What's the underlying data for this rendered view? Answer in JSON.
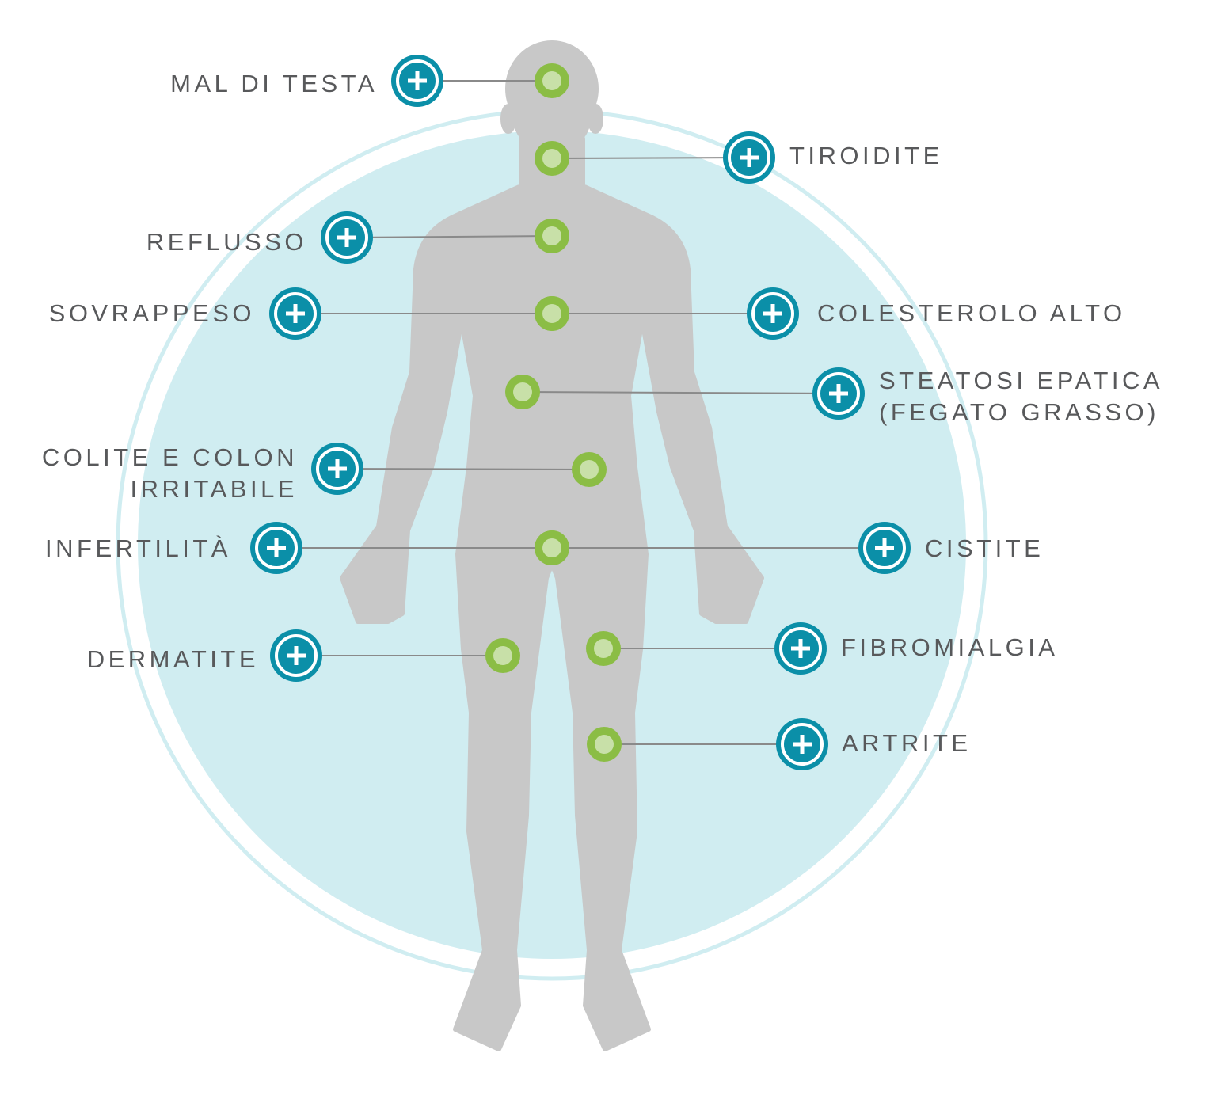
{
  "colors": {
    "button": "#0b8fa8",
    "dot_outer": "#8bbd45",
    "dot_inner": "#c8e0a8",
    "body": "#c8c8c8",
    "circle_fill": "#d0edf1",
    "circle_ring": "#d0edf1",
    "text": "#58595b",
    "line": "#8a8a8a"
  },
  "conditions": [
    {
      "id": "mal-di-testa",
      "lines": [
        "MAL DI TESTA"
      ],
      "side": "left",
      "icon": "plus-icon"
    },
    {
      "id": "tiroidite",
      "lines": [
        "TIROIDITE"
      ],
      "side": "right",
      "icon": "plus-icon"
    },
    {
      "id": "reflusso",
      "lines": [
        "REFLUSSO"
      ],
      "side": "left",
      "icon": "plus-icon"
    },
    {
      "id": "sovrappeso",
      "lines": [
        "SOVRAPPESO"
      ],
      "side": "left",
      "icon": "plus-icon"
    },
    {
      "id": "colesterolo-alto",
      "lines": [
        "COLESTEROLO ALTO"
      ],
      "side": "right",
      "icon": "plus-icon"
    },
    {
      "id": "steatosi-epatica",
      "lines": [
        "STEATOSI EPATICA",
        "(FEGATO GRASSO)"
      ],
      "side": "right",
      "icon": "plus-icon"
    },
    {
      "id": "colite",
      "lines": [
        "COLITE E COLON",
        "IRRITABILE"
      ],
      "side": "left",
      "icon": "plus-icon"
    },
    {
      "id": "infertilita",
      "lines": [
        "INFERTILITÀ"
      ],
      "side": "left",
      "icon": "plus-icon"
    },
    {
      "id": "cistite",
      "lines": [
        "CISTITE"
      ],
      "side": "right",
      "icon": "plus-icon"
    },
    {
      "id": "dermatite",
      "lines": [
        "DERMATITE"
      ],
      "side": "left",
      "icon": "plus-icon"
    },
    {
      "id": "fibromialgia",
      "lines": [
        "FIBROMIALGIA"
      ],
      "side": "right",
      "icon": "plus-icon"
    },
    {
      "id": "artrite",
      "lines": [
        "ARTRITE"
      ],
      "side": "right",
      "icon": "plus-icon"
    }
  ]
}
